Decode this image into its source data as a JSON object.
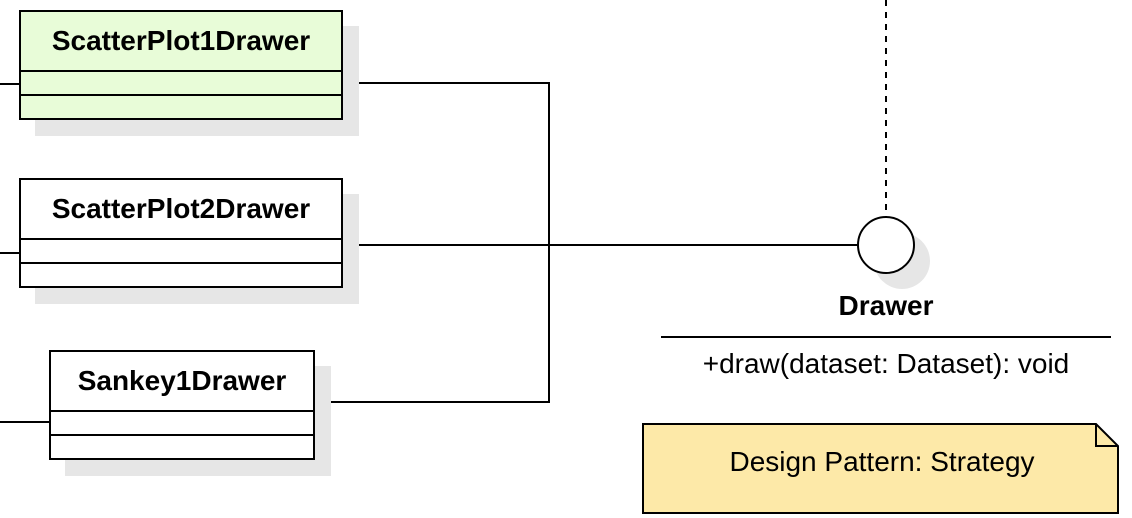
{
  "classes": [
    {
      "name": "ScatterPlot1Drawer",
      "highlighted": true
    },
    {
      "name": "ScatterPlot2Drawer",
      "highlighted": false
    },
    {
      "name": "Sankey1Drawer",
      "highlighted": false
    }
  ],
  "interface": {
    "name": "Drawer",
    "operation": "+draw(dataset: Dataset): void"
  },
  "note": {
    "text": "Design Pattern: Strategy"
  },
  "colors": {
    "class_highlight_fill": "#e8fcd8",
    "note_fill": "#fde9a8",
    "stroke": "#000000",
    "shadow": "#e6e6e6"
  }
}
